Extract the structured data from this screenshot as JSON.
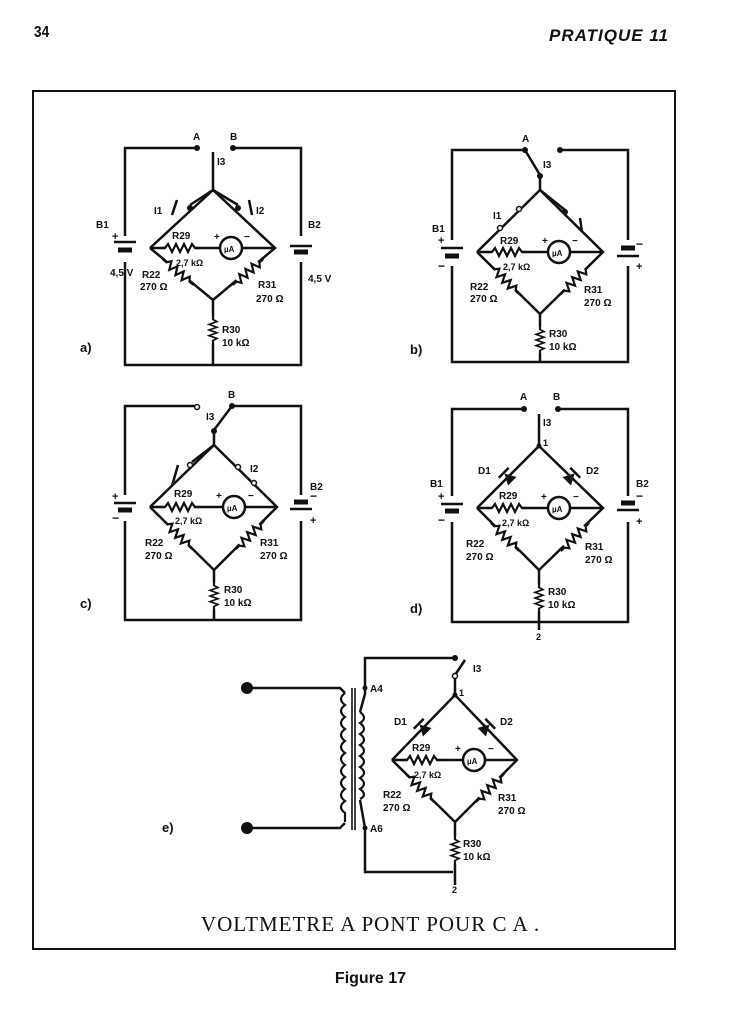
{
  "header": {
    "page_number": "34",
    "running_title": "PRATIQUE 11"
  },
  "figure": {
    "caption": "VOLTMETRE A PONT POUR C A .",
    "label": "Figure 17",
    "circuits": {
      "a": {
        "label": "a)",
        "terminal_a": "A",
        "terminal_b": "B",
        "switch_i1": "I1",
        "switch_i2": "I2",
        "switch_i3": "I3",
        "battery_b1": "B1",
        "battery_b2": "B2",
        "b1_voltage": "4,5 V",
        "b2_voltage": "4,5 V",
        "r29": "R29",
        "r29_value": "2,7 kΩ",
        "r22": "R22",
        "r22_value": "270 Ω",
        "r31": "R31",
        "r31_value": "270 Ω",
        "r30": "R30",
        "r30_value": "10 kΩ",
        "meter": "µA",
        "plus": "+",
        "minus": "−"
      },
      "b": {
        "label": "b)",
        "terminal_a": "A",
        "switch_i1": "I1",
        "switch_i3": "I3",
        "battery_b1": "B1",
        "r29": "R29",
        "r29_value": "2,7 kΩ",
        "r22": "R22",
        "r22_value": "270 Ω",
        "r31": "R31",
        "r31_value": "270 Ω",
        "r30": "R30",
        "r30_value": "10 kΩ",
        "meter": "µA",
        "plus": "+",
        "minus": "−"
      },
      "c": {
        "label": "c)",
        "terminal_b": "B",
        "switch_i2": "I2",
        "switch_i3": "I3",
        "battery_b2": "B2",
        "r29": "R29",
        "r29_value": "2,7 kΩ",
        "r22": "R22",
        "r22_value": "270 Ω",
        "r31": "R31",
        "r31_value": "270 Ω",
        "r30": "R30",
        "r30_value": "10 kΩ",
        "meter": "µA",
        "plus": "+",
        "minus": "−"
      },
      "d": {
        "label": "d)",
        "terminal_a": "A",
        "terminal_b": "B",
        "switch_i3": "I3",
        "diode_d1": "D1",
        "diode_d2": "D2",
        "battery_b1": "B1",
        "battery_b2": "B2",
        "node_1": "1",
        "node_2": "2",
        "r29": "R29",
        "r29_value": "2,7 kΩ",
        "r22": "R22",
        "r22_value": "270 Ω",
        "r31": "R31",
        "r31_value": "270 Ω",
        "r30": "R30",
        "r30_value": "10 kΩ",
        "meter": "µA",
        "plus": "+",
        "minus": "−"
      },
      "e": {
        "label": "e)",
        "tap_a4": "A4",
        "tap_a6": "A6",
        "switch_i3": "I3",
        "diode_d1": "D1",
        "diode_d2": "D2",
        "node_1": "1",
        "node_2": "2",
        "r29": "R29",
        "r29_value": "2,7 kΩ",
        "r22": "R22",
        "r22_value": "270 Ω",
        "r31": "R31",
        "r31_value": "270 Ω",
        "r30": "R30",
        "r30_value": "10 kΩ",
        "meter": "µA",
        "plus": "+",
        "minus": "−"
      }
    }
  }
}
